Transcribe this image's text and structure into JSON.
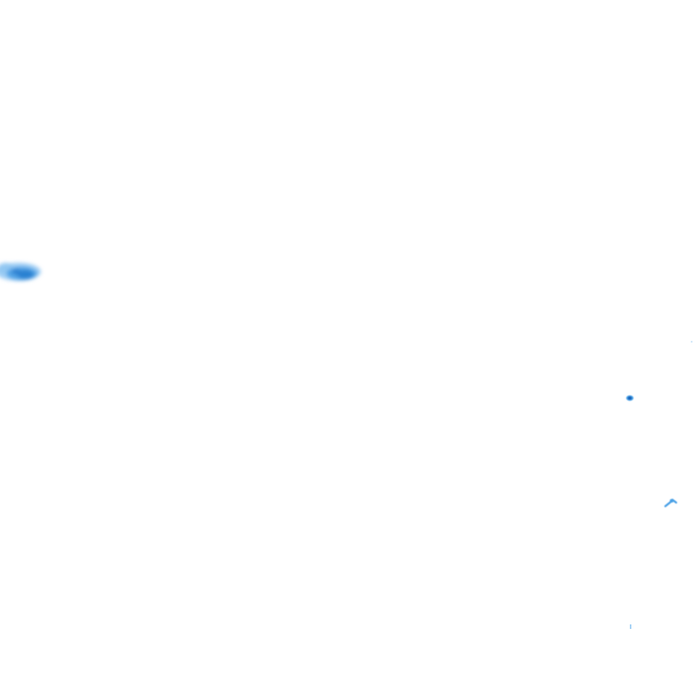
{
  "tile": {
    "kind": "radar-precipitation-overlay",
    "background": "transparent"
  },
  "colors": {
    "light": "#8fc6f2",
    "medium": "#4aa0e6",
    "strong": "#2a7fd0",
    "intense": "#1660b8"
  },
  "echoes": [
    {
      "name": "echo-west-cluster",
      "intensity": "strong"
    },
    {
      "name": "echo-east-dot",
      "intensity": "intense"
    },
    {
      "name": "echo-east-streak",
      "intensity": "medium"
    },
    {
      "name": "echo-south-speck",
      "intensity": "light"
    },
    {
      "name": "echo-far-east-speck",
      "intensity": "light"
    }
  ]
}
